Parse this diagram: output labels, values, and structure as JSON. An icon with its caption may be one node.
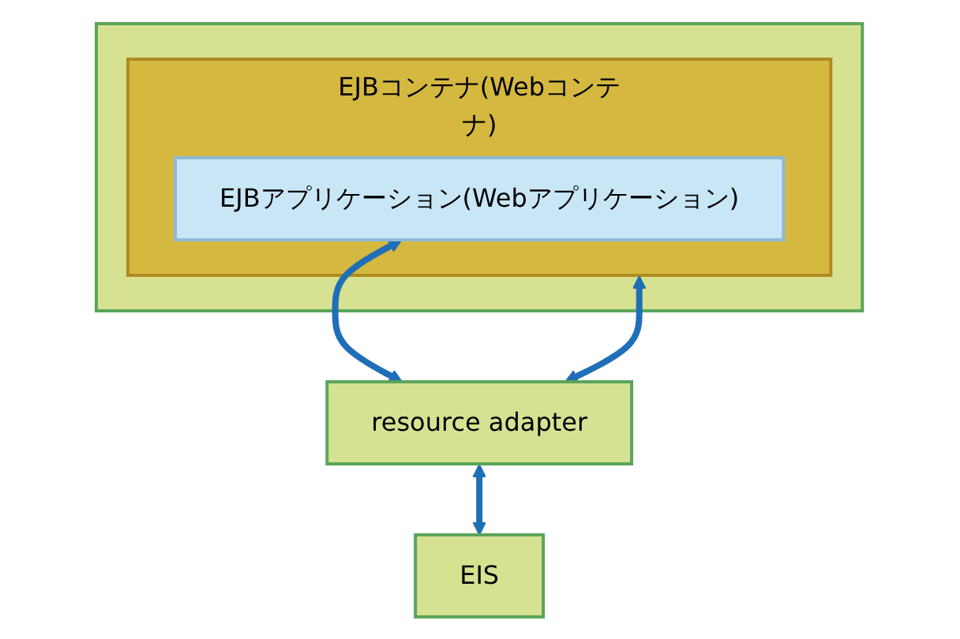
{
  "diagram": {
    "nodes": [
      {
        "text": [],
        "shape": "box"
      },
      {
        "text": [
          "EJBコンテナ(Webコンテナ)"
        ],
        "in": 0
      },
      {
        "text": [
          "EJBアプリケーション(Webアプリケーション)"
        ],
        "in": 1
      },
      {
        "text": [
          "resource adapter"
        ]
      },
      {
        "text": [
          "EIS"
        ]
      }
    ],
    "edges": [
      {
        "from": 2,
        "to": 3,
        "arrow": "both"
      },
      {
        "from": 1,
        "to": 3,
        "arrow": "both"
      },
      {
        "from": 3,
        "to": 4,
        "arrow": "both"
      }
    ]
  }
}
